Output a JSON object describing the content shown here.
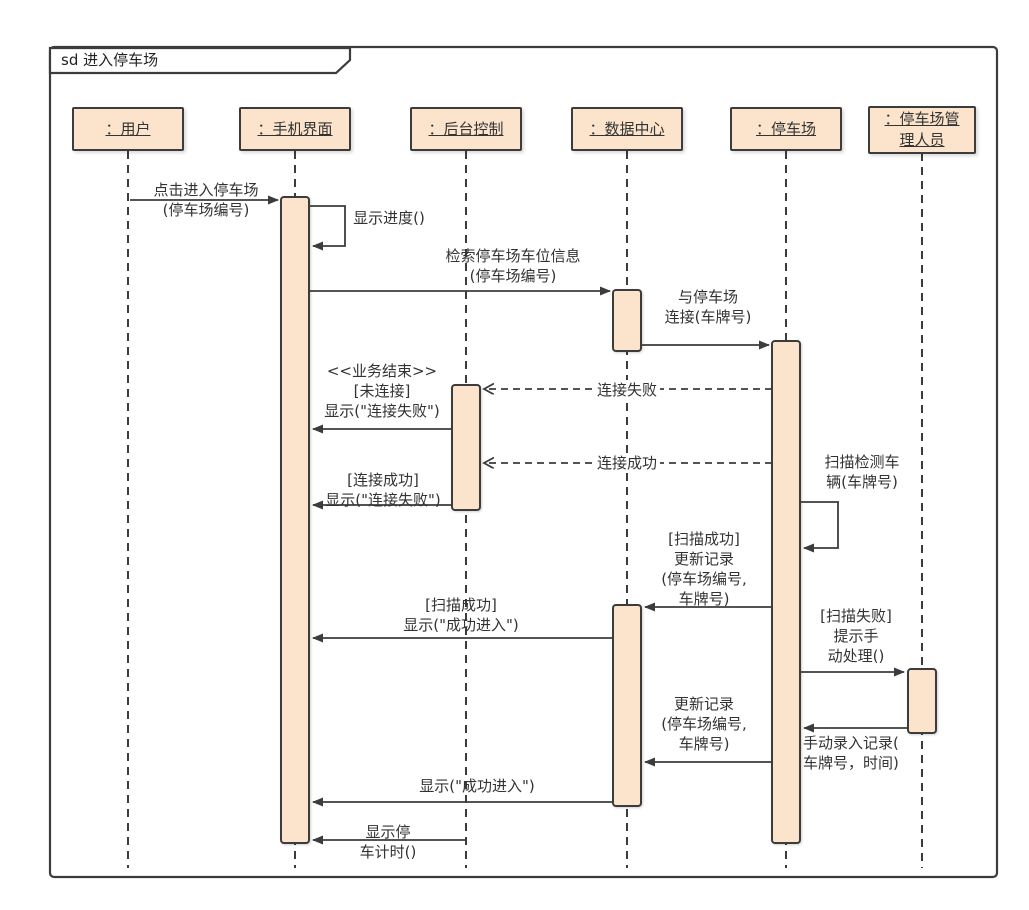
{
  "frame": {
    "title": "sd 进入停车场",
    "kind": "sequence-diagram"
  },
  "lifelines": [
    {
      "name": "：用户"
    },
    {
      "name": "：手机界面"
    },
    {
      "name": "：后台控制"
    },
    {
      "name": "：数据中心"
    },
    {
      "name": "：停车场"
    },
    {
      "name": "：停车场管\n理人员"
    }
  ],
  "messages": [
    {
      "label": "点击进入停车场\n(停车场编号)",
      "from": "用户",
      "to": "手机界面",
      "kind": "sync"
    },
    {
      "label": "显示进度()",
      "from": "手机界面",
      "to": "手机界面",
      "kind": "self"
    },
    {
      "label": "检索停车场车位信息\n(停车场编号)",
      "from": "手机界面",
      "to": "数据中心",
      "kind": "sync"
    },
    {
      "label": "与停车场\n连接(车牌号)",
      "from": "数据中心",
      "to": "停车场",
      "kind": "sync"
    },
    {
      "label": "连接失败",
      "from": "停车场",
      "to": "后台控制",
      "kind": "return"
    },
    {
      "label": "<<业务结束>>\n[未连接]\n显示(\"连接失败\")",
      "from": "后台控制",
      "to": "手机界面",
      "kind": "sync"
    },
    {
      "label": "连接成功",
      "from": "停车场",
      "to": "后台控制",
      "kind": "return"
    },
    {
      "label": "[连接成功]\n显示(\"连接失败\")",
      "from": "后台控制",
      "to": "手机界面",
      "kind": "sync"
    },
    {
      "label": "扫描检测车\n辆(车牌号)",
      "from": "停车场",
      "to": "停车场",
      "kind": "self"
    },
    {
      "label": "[扫描成功]\n更新记录\n(停车场编号,\n车牌号)",
      "from": "停车场",
      "to": "数据中心",
      "kind": "sync"
    },
    {
      "label": "[扫描成功]\n显示(\"成功进入\")",
      "from": "数据中心",
      "to": "手机界面",
      "kind": "sync"
    },
    {
      "label": "[扫描失败]\n提示手\n动处理()",
      "from": "停车场",
      "to": "停车场管理人员",
      "kind": "sync"
    },
    {
      "label": "手动录入记录(\n车牌号，时间)",
      "from": "停车场管理人员",
      "to": "停车场",
      "kind": "sync"
    },
    {
      "label": "更新记录\n(停车场编号,\n车牌号)",
      "from": "停车场",
      "to": "数据中心",
      "kind": "sync"
    },
    {
      "label": "显示(\"成功进入\")",
      "from": "数据中心",
      "to": "手机界面",
      "kind": "sync"
    },
    {
      "label": "显示停\n车计时()",
      "from": "后台控制",
      "to": "手机界面",
      "kind": "sync"
    }
  ],
  "colors": {
    "activation_fill": "#FBE4CB",
    "stroke": "#3C3C3C",
    "text": "#333333",
    "background": "#FFFFFF"
  }
}
